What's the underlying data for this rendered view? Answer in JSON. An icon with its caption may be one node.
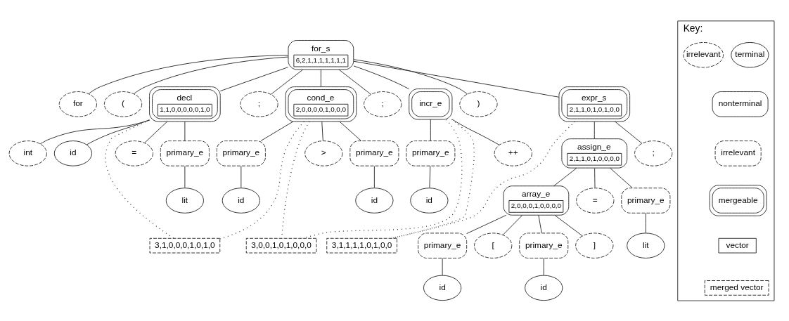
{
  "diagram": {
    "nodes": [
      {
        "text": [
          "for_s",
          "6,2,1,1,1,1,1,1,1"
        ]
      },
      {
        "text": [
          "for"
        ]
      },
      {
        "text": [
          "("
        ]
      },
      {
        "text": [
          "decl",
          "1,1,0,0,0,0,0,1,0"
        ]
      },
      {
        "text": [
          ";"
        ]
      },
      {
        "text": [
          "cond_e",
          "2,0,0,0,0,1,0,0,0"
        ]
      },
      {
        "text": [
          ";"
        ]
      },
      {
        "text": [
          "incr_e"
        ]
      },
      {
        "text": [
          ")"
        ]
      },
      {
        "text": [
          "expr_s",
          "2,1,1,0,1,0,1,0,0"
        ]
      },
      {
        "text": [
          "int"
        ]
      },
      {
        "text": [
          "id"
        ]
      },
      {
        "text": [
          "="
        ]
      },
      {
        "text": [
          "primary_e"
        ]
      },
      {
        "text": [
          "primary_e"
        ]
      },
      {
        "text": [
          ">"
        ]
      },
      {
        "text": [
          "primary_e"
        ]
      },
      {
        "text": [
          "primary_e"
        ]
      },
      {
        "text": [
          "++"
        ]
      },
      {
        "text": [
          "assign_e",
          "2,1,1,0,1,0,0,0,0"
        ]
      },
      {
        "text": [
          ";"
        ]
      },
      {
        "text": [
          "lit"
        ]
      },
      {
        "text": [
          "id"
        ]
      },
      {
        "text": [
          "id"
        ]
      },
      {
        "text": [
          "id"
        ]
      },
      {
        "text": [
          "array_e",
          "2,0,0,0,1,0,0,0,0"
        ]
      },
      {
        "text": [
          "="
        ]
      },
      {
        "text": [
          "primary_e"
        ]
      },
      {
        "text": [
          "primary_e"
        ]
      },
      {
        "text": [
          "["
        ]
      },
      {
        "text": [
          "primary_e"
        ]
      },
      {
        "text": [
          "]"
        ]
      },
      {
        "text": [
          "lit"
        ]
      },
      {
        "text": [
          "3,1,0,0,0,1,0,1,0"
        ]
      },
      {
        "text": [
          "3,0,0,1,0,1,0,0,0"
        ]
      },
      {
        "text": [
          "3,1,1,1,1,0,1,0,0"
        ]
      },
      {
        "text": [
          "id"
        ]
      },
      {
        "text": [
          "id"
        ]
      },
      {
        "text": [
          "Key:"
        ]
      },
      {
        "text": [
          "terminal"
        ],
        "in": 38
      },
      {
        "text": [
          "irrelevant"
        ],
        "in": 38
      },
      {
        "text": [
          "nonterminal"
        ],
        "in": 38
      },
      {
        "text": [
          "irrelevant"
        ],
        "in": 38
      },
      {
        "text": [
          "mergeable"
        ],
        "in": 38
      },
      {
        "text": [
          "vector"
        ],
        "in": 38
      },
      {
        "text": [
          "merged vector"
        ],
        "in": 38
      }
    ],
    "edges": [
      {
        "from": 0,
        "to": 1,
        "arrow": "none"
      },
      {
        "from": 0,
        "to": 2,
        "arrow": "none"
      },
      {
        "from": 0,
        "to": 3,
        "arrow": "none"
      },
      {
        "from": 0,
        "to": 4,
        "arrow": "none"
      },
      {
        "from": 0,
        "to": 5,
        "arrow": "none"
      },
      {
        "from": 0,
        "to": 6,
        "arrow": "none"
      },
      {
        "from": 0,
        "to": 7,
        "arrow": "none"
      },
      {
        "from": 0,
        "to": 8,
        "arrow": "none"
      },
      {
        "from": 0,
        "to": 9,
        "arrow": "none"
      },
      {
        "from": 3,
        "to": 10,
        "arrow": "none"
      },
      {
        "from": 3,
        "to": 11,
        "arrow": "none"
      },
      {
        "from": 3,
        "to": 12,
        "arrow": "none"
      },
      {
        "from": 3,
        "to": 13,
        "arrow": "none"
      },
      {
        "from": 5,
        "to": 14,
        "arrow": "none"
      },
      {
        "from": 5,
        "to": 15,
        "arrow": "none"
      },
      {
        "from": 5,
        "to": 16,
        "arrow": "none"
      },
      {
        "from": 7,
        "to": 17,
        "arrow": "none"
      },
      {
        "from": 7,
        "to": 18,
        "arrow": "none"
      },
      {
        "from": 9,
        "to": 19,
        "arrow": "none"
      },
      {
        "from": 9,
        "to": 20,
        "arrow": "none"
      },
      {
        "from": 13,
        "to": 21,
        "arrow": "none"
      },
      {
        "from": 14,
        "to": 22,
        "arrow": "none"
      },
      {
        "from": 16,
        "to": 23,
        "arrow": "none"
      },
      {
        "from": 17,
        "to": 24,
        "arrow": "none"
      },
      {
        "from": 19,
        "to": 25,
        "arrow": "none"
      },
      {
        "from": 19,
        "to": 26,
        "arrow": "none"
      },
      {
        "from": 19,
        "to": 27,
        "arrow": "none"
      },
      {
        "from": 25,
        "to": 28,
        "arrow": "none"
      },
      {
        "from": 25,
        "to": 29,
        "arrow": "none"
      },
      {
        "from": 25,
        "to": 30,
        "arrow": "none"
      },
      {
        "from": 25,
        "to": 31,
        "arrow": "none"
      },
      {
        "from": 27,
        "to": 32,
        "arrow": "none"
      },
      {
        "from": 28,
        "to": 36,
        "arrow": "none"
      },
      {
        "from": 30,
        "to": 37,
        "arrow": "none"
      },
      {
        "from": 3,
        "to": 33,
        "arrow": "none",
        "style": "dashed"
      },
      {
        "from": 5,
        "to": 33,
        "arrow": "none",
        "style": "dashed"
      },
      {
        "from": 5,
        "to": 34,
        "arrow": "none",
        "style": "dashed"
      },
      {
        "from": 7,
        "to": 34,
        "arrow": "none",
        "style": "dashed"
      },
      {
        "from": 7,
        "to": 35,
        "arrow": "none",
        "style": "dashed"
      },
      {
        "from": 9,
        "to": 35,
        "arrow": "none",
        "style": "dashed"
      }
    ]
  }
}
